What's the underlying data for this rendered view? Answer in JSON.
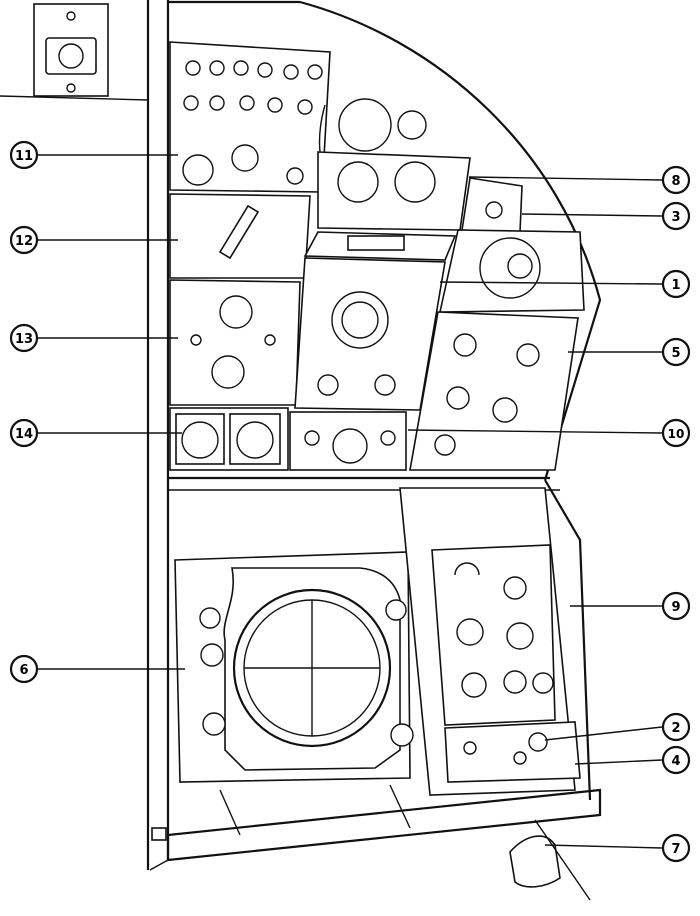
{
  "callouts": [
    {
      "id": "c11",
      "number": "11"
    },
    {
      "id": "c12",
      "number": "12"
    },
    {
      "id": "c13",
      "number": "13"
    },
    {
      "id": "c14",
      "number": "14"
    },
    {
      "id": "c6",
      "number": "6"
    },
    {
      "id": "c8",
      "number": "8"
    },
    {
      "id": "c3",
      "number": "3"
    },
    {
      "id": "c1",
      "number": "1"
    },
    {
      "id": "c5",
      "number": "5"
    },
    {
      "id": "c10",
      "number": "10"
    },
    {
      "id": "c9",
      "number": "9"
    },
    {
      "id": "c2",
      "number": "2"
    },
    {
      "id": "c4",
      "number": "4"
    },
    {
      "id": "c7",
      "number": "7"
    }
  ]
}
